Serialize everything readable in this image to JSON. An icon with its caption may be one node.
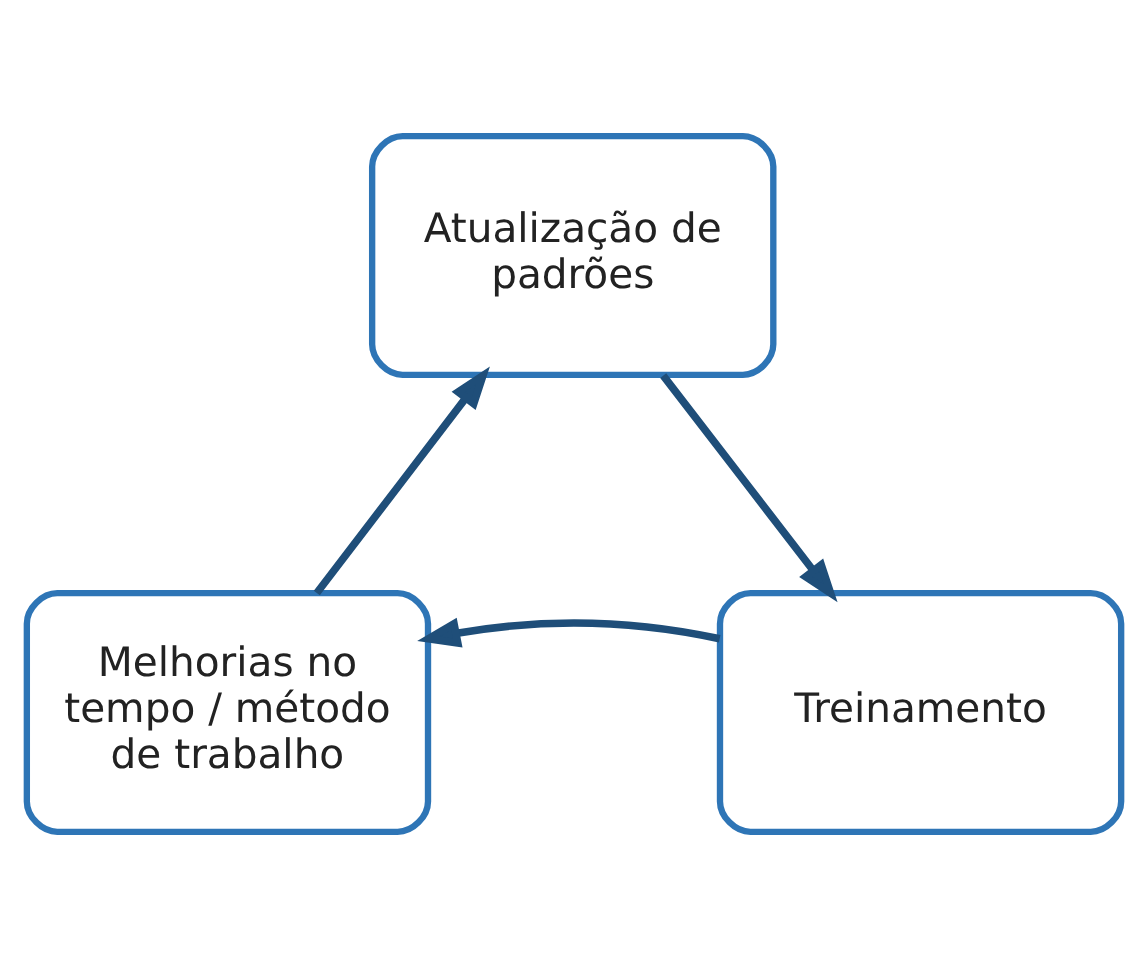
{
  "diagram": {
    "nodes": [
      {
        "text": [
          "Atualização de padrões"
        ]
      },
      {
        "text": [
          "Melhorias no tempo / método de trabalho"
        ]
      },
      {
        "text": [
          "Treinamento"
        ]
      }
    ],
    "edges": [
      {
        "from": 0,
        "to": 2,
        "arrow": "to"
      },
      {
        "from": 2,
        "to": 1,
        "arrow": "to"
      },
      {
        "from": 1,
        "to": 0,
        "arrow": "to"
      }
    ]
  }
}
